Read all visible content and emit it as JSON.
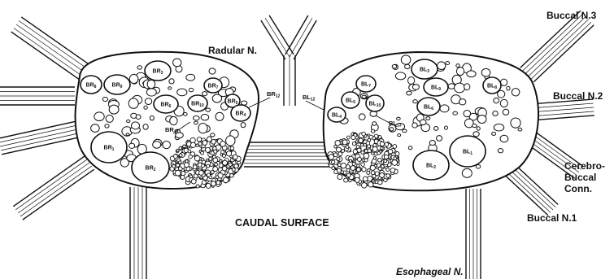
{
  "figure": {
    "labels": {
      "radular_n": "Radular N.",
      "buccal_n3": "Buccal N.3",
      "buccal_n2": "Buccal N.2",
      "cerebro_buccal": [
        "Cerebro-",
        "Buccal",
        "Conn."
      ],
      "buccal_n1": "Buccal N.1",
      "caudal_surface": "CAUDAL SURFACE",
      "esophageal_n": "Esophageal N."
    },
    "right_ganglion_cells": [
      {
        "prefix": "BR",
        "num": "8"
      },
      {
        "prefix": "BR",
        "num": "3"
      },
      {
        "prefix": "BR",
        "num": "9"
      },
      {
        "prefix": "BR",
        "num": "7"
      },
      {
        "prefix": "BR",
        "num": "6"
      },
      {
        "prefix": "BR",
        "num": "10"
      },
      {
        "prefix": "BR",
        "num": "5"
      },
      {
        "prefix": "BR",
        "num": "4"
      },
      {
        "prefix": "BR",
        "num": "1"
      },
      {
        "prefix": "BR",
        "num": "2"
      }
    ],
    "left_ganglion_cells": [
      {
        "prefix": "BL",
        "num": "3"
      },
      {
        "prefix": "BL",
        "num": "7"
      },
      {
        "prefix": "BL",
        "num": "9"
      },
      {
        "prefix": "BL",
        "num": "8"
      },
      {
        "prefix": "BL",
        "num": "5"
      },
      {
        "prefix": "BL",
        "num": "10"
      },
      {
        "prefix": "BL",
        "num": "6"
      },
      {
        "prefix": "BL",
        "num": "4"
      },
      {
        "prefix": "BL",
        "num": "1"
      },
      {
        "prefix": "BL",
        "num": "2"
      }
    ],
    "leader_tags": [
      {
        "prefix": "BR",
        "num": "12"
      },
      {
        "prefix": "BR",
        "num": "13"
      },
      {
        "prefix": "BL",
        "num": "12"
      },
      {
        "prefix": "BL",
        "num": "13"
      }
    ]
  }
}
